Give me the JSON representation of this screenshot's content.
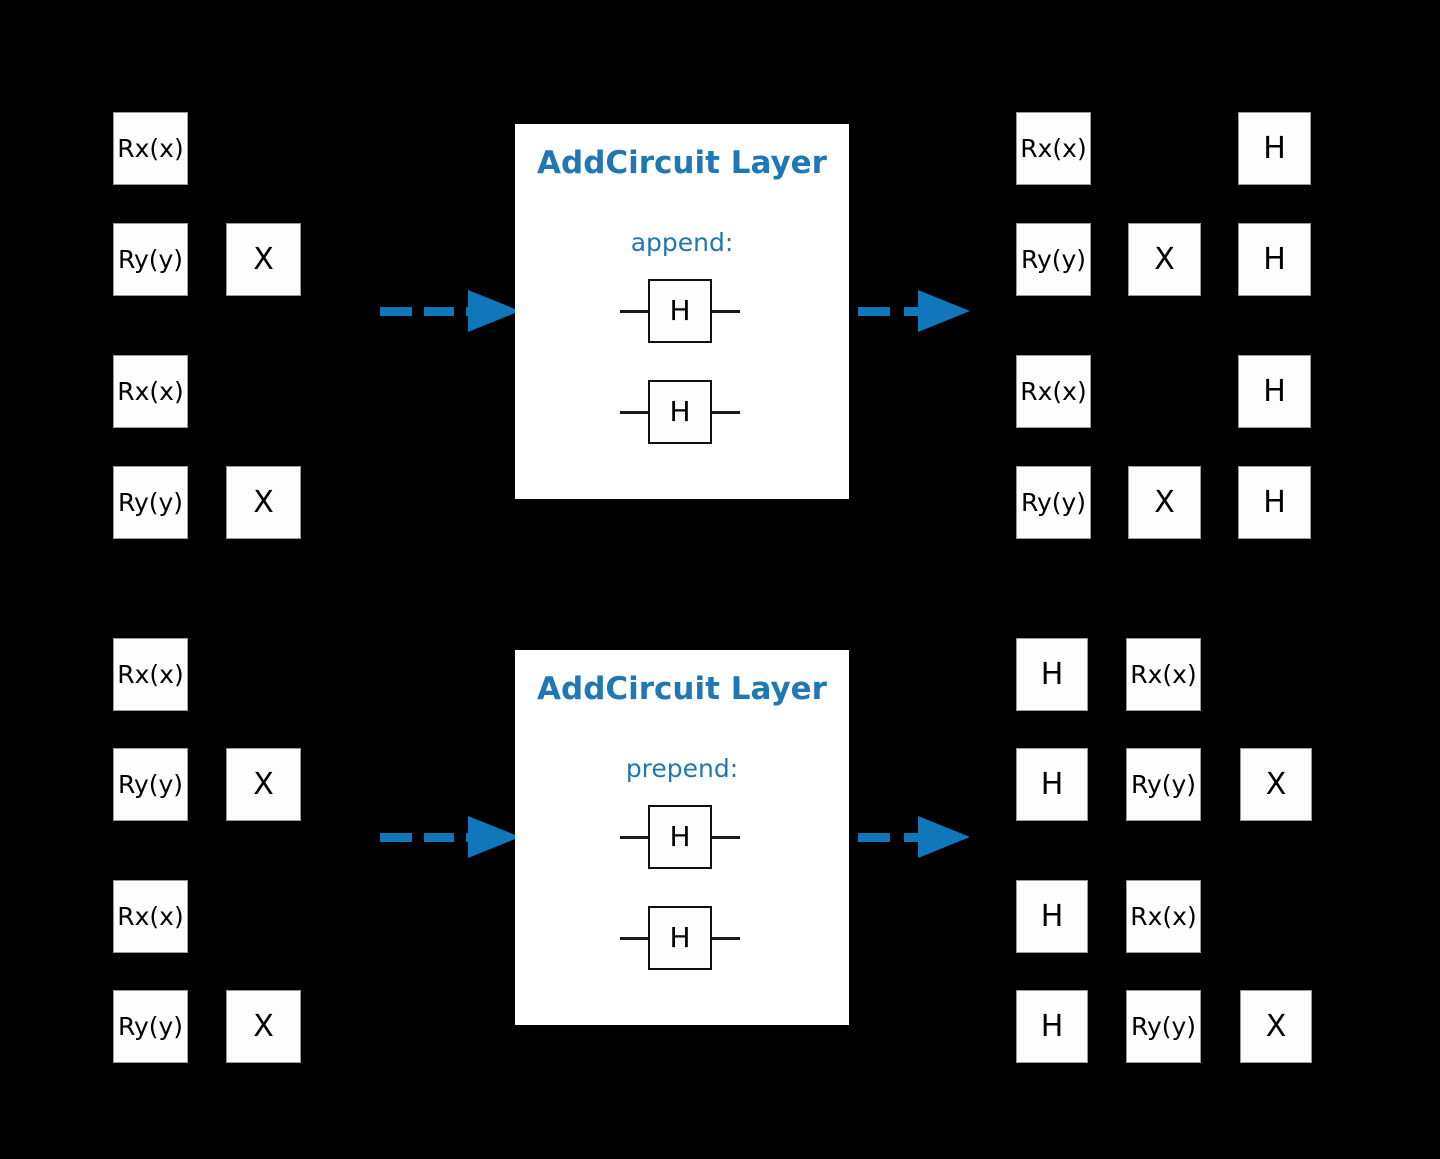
{
  "figure": {
    "background_color": "#000000",
    "accent_color": "#1f77b4",
    "arrow_color": "#1177bb",
    "gate_fill": "#fdfdfd",
    "gate_text_color": "#000000"
  },
  "rows": [
    {
      "id": "append-row",
      "input_circuit": {
        "name": "input-circuit-append",
        "columns": 2,
        "wires": [
          {
            "wire": 0,
            "gates": [
              "Rx(x)"
            ]
          },
          {
            "wire": 1,
            "gates": [
              "Ry(y)",
              "X"
            ]
          },
          {
            "wire": 2,
            "gates": [
              "Rx(x)"
            ]
          },
          {
            "wire": 3,
            "gates": [
              "Ry(y)",
              "X"
            ]
          }
        ]
      },
      "layer_panel": {
        "title": "AddCircuit Layer",
        "subtitle": "append:",
        "sub_circuit_gates": [
          "H",
          "H"
        ]
      },
      "output_circuit": {
        "name": "output-circuit-append",
        "columns": 3,
        "wires": [
          {
            "wire": 0,
            "gates": [
              "Rx(x)",
              "",
              "H"
            ]
          },
          {
            "wire": 1,
            "gates": [
              "Ry(y)",
              "X",
              "H"
            ]
          },
          {
            "wire": 2,
            "gates": [
              "Rx(x)",
              "",
              "H"
            ]
          },
          {
            "wire": 3,
            "gates": [
              "Ry(y)",
              "X",
              "H"
            ]
          }
        ]
      }
    },
    {
      "id": "prepend-row",
      "input_circuit": {
        "name": "input-circuit-prepend",
        "columns": 2,
        "wires": [
          {
            "wire": 0,
            "gates": [
              "Rx(x)"
            ]
          },
          {
            "wire": 1,
            "gates": [
              "Ry(y)",
              "X"
            ]
          },
          {
            "wire": 2,
            "gates": [
              "Rx(x)"
            ]
          },
          {
            "wire": 3,
            "gates": [
              "Ry(y)",
              "X"
            ]
          }
        ]
      },
      "layer_panel": {
        "title": "AddCircuit Layer",
        "subtitle": "prepend:",
        "sub_circuit_gates": [
          "H",
          "H"
        ]
      },
      "output_circuit": {
        "name": "output-circuit-prepend",
        "columns": 3,
        "wires": [
          {
            "wire": 0,
            "gates": [
              "H",
              "Rx(x)",
              ""
            ]
          },
          {
            "wire": 1,
            "gates": [
              "H",
              "Ry(y)",
              "X"
            ]
          },
          {
            "wire": 2,
            "gates": [
              "H",
              "Rx(x)",
              ""
            ]
          },
          {
            "wire": 3,
            "gates": [
              "H",
              "Ry(y)",
              "X"
            ]
          }
        ]
      }
    }
  ]
}
